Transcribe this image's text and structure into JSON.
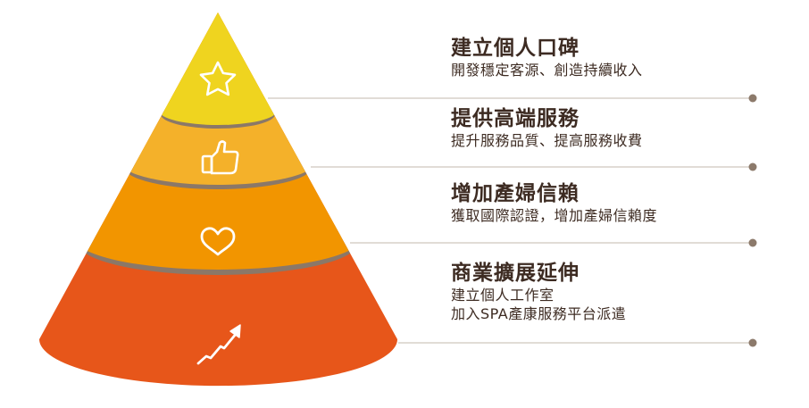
{
  "levels": [
    {
      "heading": "建立個人口碑",
      "desc": [
        "開發穩定客源、創造持續收入"
      ],
      "icon": "star-icon",
      "color": "#efd41f"
    },
    {
      "heading": "提供高端服務",
      "desc": [
        "提升服務品質、提高服務收費"
      ],
      "icon": "thumbs-up-icon",
      "color": "#f4b12a"
    },
    {
      "heading": "增加產婦信賴",
      "desc": [
        "獲取國際認證，增加產婦信賴度"
      ],
      "icon": "heart-icon",
      "color": "#f29500"
    },
    {
      "heading": "商業擴展延伸",
      "desc": [
        "建立個人工作室",
        "加入SPA產康服務平台派遣"
      ],
      "icon": "trend-arrow-icon",
      "color": "#e7561a"
    }
  ],
  "colors": {
    "band": "#8b7868",
    "line": "#cfc6bd",
    "dot": "#8c7a6b",
    "text": "#3d2b22"
  }
}
